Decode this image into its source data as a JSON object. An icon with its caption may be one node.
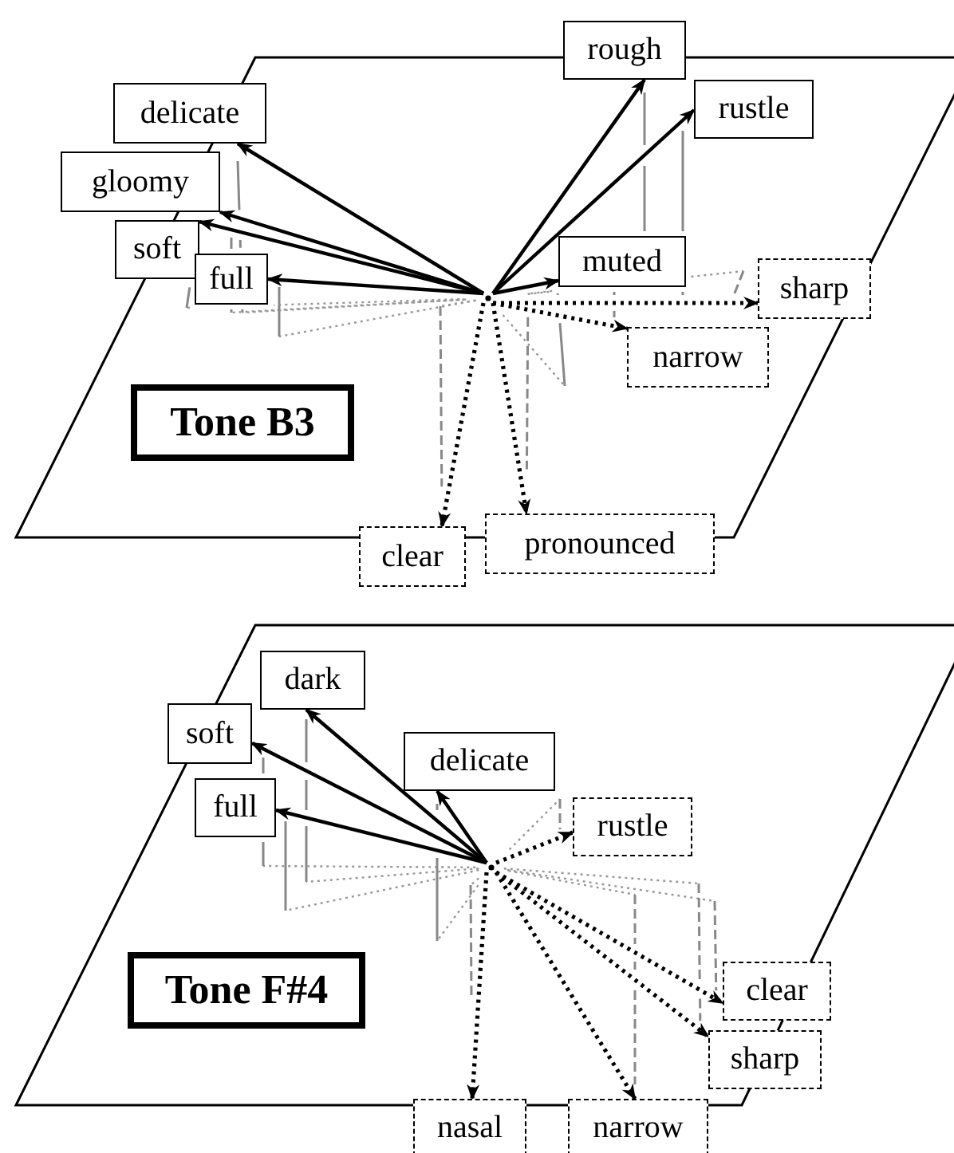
{
  "diagram": {
    "nodes": [
      {
        "text": [
          "rough"
        ]
      },
      {
        "text": [
          "rustle"
        ]
      },
      {
        "text": [
          "delicate"
        ]
      },
      {
        "text": [
          "gloomy"
        ]
      },
      {
        "text": [
          "soft"
        ]
      },
      {
        "text": [
          "full"
        ]
      },
      {
        "text": [
          "muted"
        ]
      },
      {
        "text": [
          "sharp"
        ]
      },
      {
        "text": [
          "narrow"
        ]
      },
      {
        "text": [
          "Tone B3"
        ]
      },
      {
        "text": [
          "clear"
        ]
      },
      {
        "text": [
          "pronounced"
        ]
      },
      {
        "text": [
          "dark"
        ]
      },
      {
        "text": [
          "soft"
        ]
      },
      {
        "text": [
          "delicate"
        ]
      },
      {
        "text": [
          "full"
        ]
      },
      {
        "text": [
          "rustle"
        ]
      },
      {
        "text": [
          "Tone F#4"
        ]
      },
      {
        "text": [
          "clear"
        ]
      },
      {
        "text": [
          "sharp"
        ]
      },
      {
        "text": [
          "nasal"
        ]
      },
      {
        "text": [
          "narrow"
        ]
      },
      {
        "text": [],
        "shape": "point"
      },
      {
        "text": [],
        "shape": "point"
      }
    ],
    "edges": [
      {
        "from": 22,
        "to": 0,
        "arrow": "to"
      },
      {
        "from": 22,
        "to": 1,
        "arrow": "to"
      },
      {
        "from": 22,
        "to": 2,
        "arrow": "to"
      },
      {
        "from": 22,
        "to": 3,
        "arrow": "to"
      },
      {
        "from": 22,
        "to": 4,
        "arrow": "to"
      },
      {
        "from": 22,
        "to": 5,
        "arrow": "to"
      },
      {
        "from": 22,
        "to": 6,
        "arrow": "to"
      },
      {
        "from": 22,
        "to": 7,
        "arrow": "to",
        "style": "dashed"
      },
      {
        "from": 22,
        "to": 8,
        "arrow": "to",
        "style": "dashed"
      },
      {
        "from": 22,
        "to": 10,
        "arrow": "to",
        "style": "dashed"
      },
      {
        "from": 22,
        "to": 11,
        "arrow": "to",
        "style": "dashed"
      },
      {
        "from": 23,
        "to": 12,
        "arrow": "to"
      },
      {
        "from": 23,
        "to": 13,
        "arrow": "to"
      },
      {
        "from": 23,
        "to": 14,
        "arrow": "to"
      },
      {
        "from": 23,
        "to": 15,
        "arrow": "to"
      },
      {
        "from": 23,
        "to": 16,
        "arrow": "to",
        "style": "dashed"
      },
      {
        "from": 23,
        "to": 18,
        "arrow": "to",
        "style": "dashed"
      },
      {
        "from": 23,
        "to": 19,
        "arrow": "to",
        "style": "dashed"
      },
      {
        "from": 23,
        "to": 20,
        "arrow": "to",
        "style": "dashed"
      },
      {
        "from": 23,
        "to": 21,
        "arrow": "to",
        "style": "dashed"
      }
    ]
  }
}
